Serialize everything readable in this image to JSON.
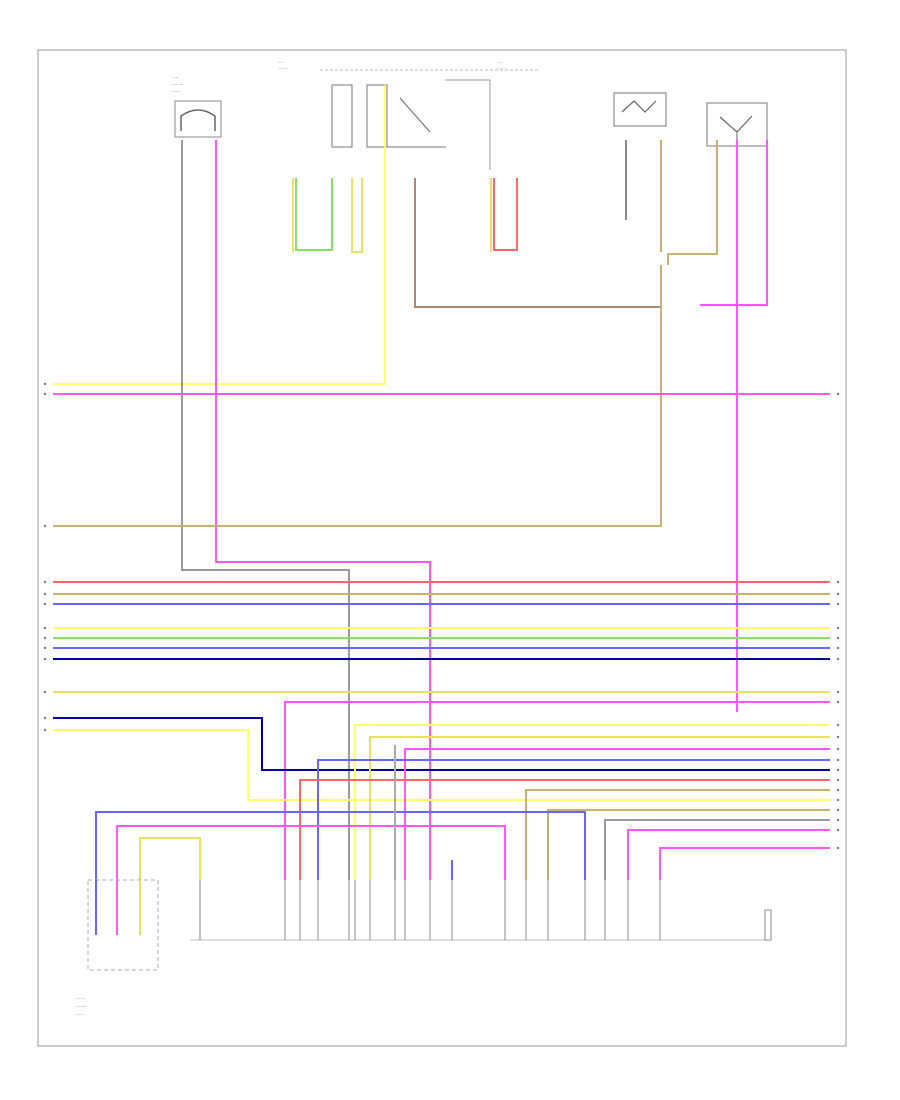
{
  "diagram": {
    "footer_code": "",
    "colors": {
      "border": "#999999",
      "yellow": "#ffff66",
      "yellow_dark": "#e8e060",
      "pink": "#ff55ff",
      "red": "#ff6666",
      "green": "#88dd66",
      "blue": "#6666ff",
      "navy": "#000099",
      "tan": "#c8b070",
      "brown": "#aa8877",
      "gray": "#999999",
      "connector_body": "#bbbbbb"
    },
    "wire_groups": [
      "left-harness",
      "right-harness",
      "bottom-connector"
    ],
    "components": [
      "top-left-sensor",
      "fuel-switch",
      "relay-module",
      "right-module",
      "bottom-left-sensor",
      "main-connector"
    ]
  }
}
